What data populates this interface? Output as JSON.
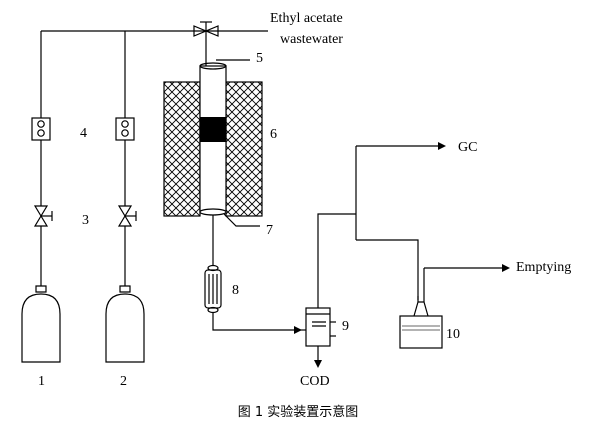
{
  "labels": {
    "feed_line1": "Ethyl acetate",
    "feed_line2": "wastewater",
    "n1": "1",
    "n2": "2",
    "n3": "3",
    "n4": "4",
    "n5": "5",
    "n6": "6",
    "n7": "7",
    "n8": "8",
    "n9": "9",
    "n10": "10",
    "gc": "GC",
    "emptying": "Emptying",
    "cod": "COD"
  },
  "caption": "图 1    实验装置示意图"
}
